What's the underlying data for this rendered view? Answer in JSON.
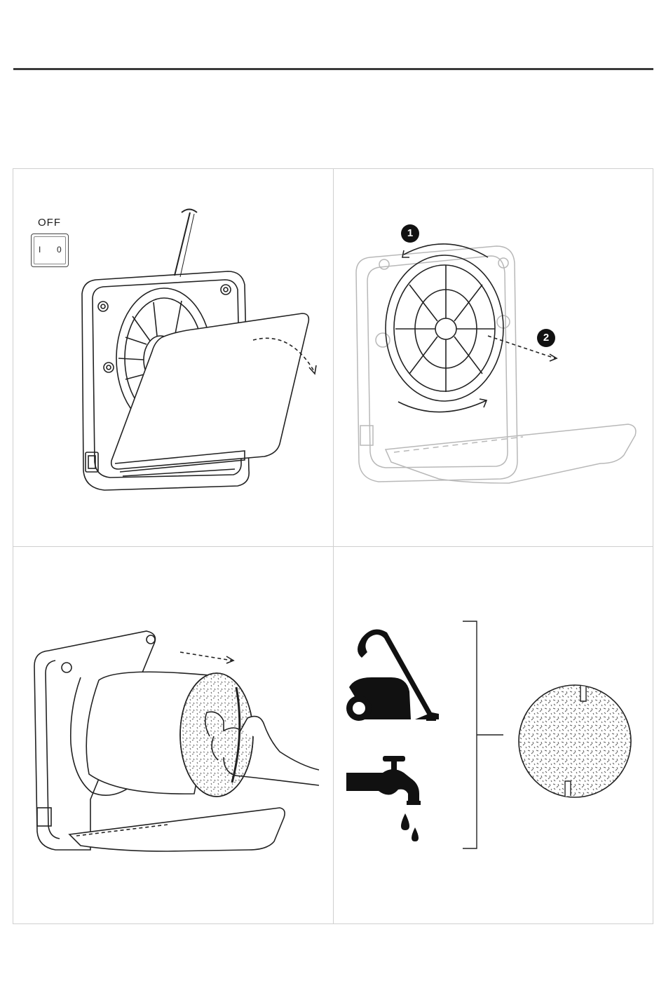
{
  "switch": {
    "label": "OFF",
    "left_mark": "I",
    "right_mark": "0"
  },
  "steps": {
    "one": "1",
    "two": "2"
  },
  "icons": {
    "screwdriver": "screwdriver-icon",
    "vacuum": "vacuum-cleaner-icon",
    "tap": "water-tap-icon",
    "filter": "foam-filter-icon"
  },
  "colors": {
    "line": "#222222",
    "faded_line": "#b8b8b8",
    "grid": "#cfcfcf",
    "badge": "#111111"
  }
}
